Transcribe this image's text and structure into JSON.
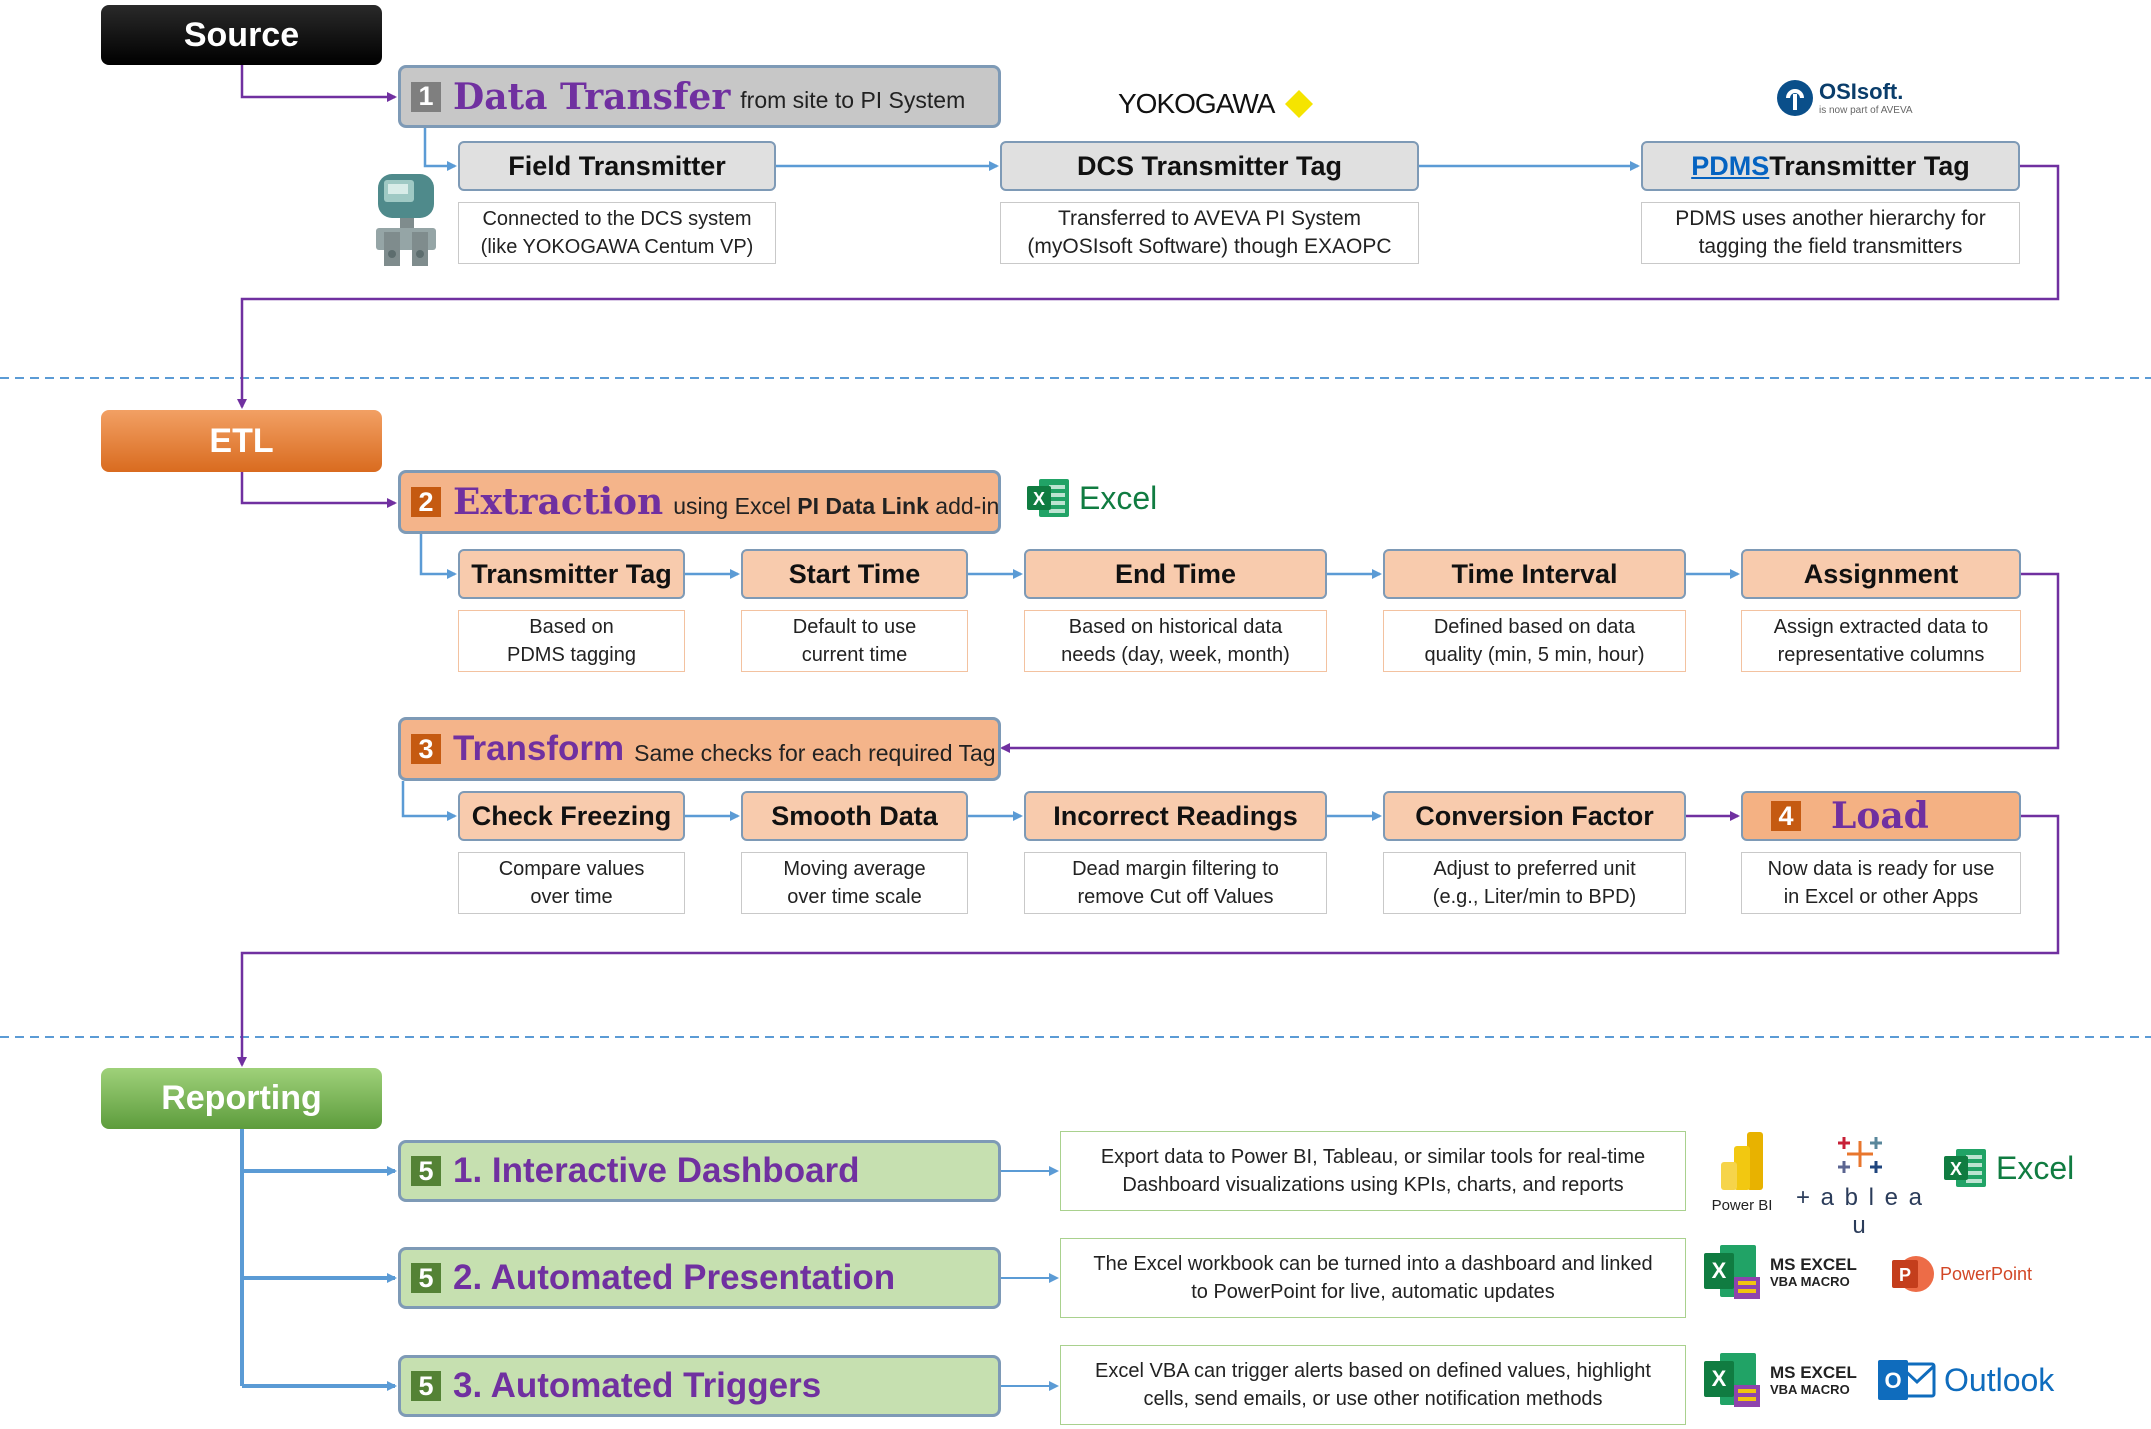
{
  "sections": {
    "source": "Source",
    "etl": "ETL",
    "reporting": "Reporting"
  },
  "stage1": {
    "number": "1",
    "title": "Data Transfer",
    "subtitle": "from site to PI System",
    "steps": [
      {
        "label": "Field Transmitter",
        "desc": "Connected to the DCS system\n(like YOKOGAWA Centum VP)"
      },
      {
        "label": "DCS Transmitter Tag",
        "desc": "Transferred to AVEVA PI System\n(myOSIsoft Software) though EXAOPC"
      },
      {
        "label_link": "PDMS",
        "label": " Transmitter Tag",
        "desc": "PDMS uses another hierarchy for\ntagging the field transmitters"
      }
    ]
  },
  "stage2": {
    "number": "2",
    "title": "Extraction",
    "subtitle_pre": "using Excel ",
    "subtitle_bold": "PI Data Link",
    "subtitle_post": " add-in",
    "steps": [
      {
        "label": "Transmitter Tag",
        "desc": "Based on\nPDMS tagging"
      },
      {
        "label": "Start Time",
        "desc": "Default to use\ncurrent time"
      },
      {
        "label": "End Time",
        "desc": "Based on historical data\nneeds (day, week, month)"
      },
      {
        "label": "Time Interval",
        "desc": "Defined based on data\nquality (min, 5 min, hour)"
      },
      {
        "label": "Assignment",
        "desc": "Assign extracted data to\nrepresentative columns"
      }
    ]
  },
  "stage3": {
    "number": "3",
    "title": "Transform",
    "subtitle": "Same checks for each required Tag",
    "steps": [
      {
        "label": "Check Freezing",
        "desc": "Compare values\nover time"
      },
      {
        "label": "Smooth Data",
        "desc": "Moving average\nover time scale"
      },
      {
        "label": "Incorrect Readings",
        "desc": "Dead margin filtering to\nremove Cut off Values"
      },
      {
        "label": "Conversion Factor",
        "desc": "Adjust to preferred unit\n(e.g., Liter/min to BPD)"
      }
    ]
  },
  "stage4": {
    "number": "4",
    "title": "Load",
    "desc": "Now data is ready for use\nin Excel or other Apps"
  },
  "stage5": [
    {
      "number": "5",
      "title": "1. Interactive Dashboard",
      "desc": "Export data to Power BI, Tableau, or similar tools for real-time\nDashboard visualizations using KPIs, charts, and reports"
    },
    {
      "number": "5",
      "title": "2. Automated Presentation",
      "desc": "The Excel workbook can be turned into a dashboard and linked\nto PowerPoint for live, automatic updates"
    },
    {
      "number": "5",
      "title": "3. Automated Triggers",
      "desc": "Excel VBA can trigger alerts based on defined values, highlight\ncells, send emails, or use other notification methods"
    }
  ],
  "logos": {
    "yokogawa": "YOKOGAWA",
    "osisoft": "OSIsoft.",
    "osisoft_tagline": "is now part of AVEVA",
    "excel": "Excel",
    "powerbi": "Power BI",
    "tableau": "+ a b l e a u",
    "msexcel_line1": "MS EXCEL",
    "msexcel_line2": "VBA MACRO",
    "powerpoint": "PowerPoint",
    "outlook": "Outlook"
  },
  "colors": {
    "purple": "#7030a0",
    "blue_connector": "#5b9bd5",
    "purple_connector": "#7030a0",
    "etl_orange": "#e07a2e",
    "reporting_green": "#70ad47"
  }
}
